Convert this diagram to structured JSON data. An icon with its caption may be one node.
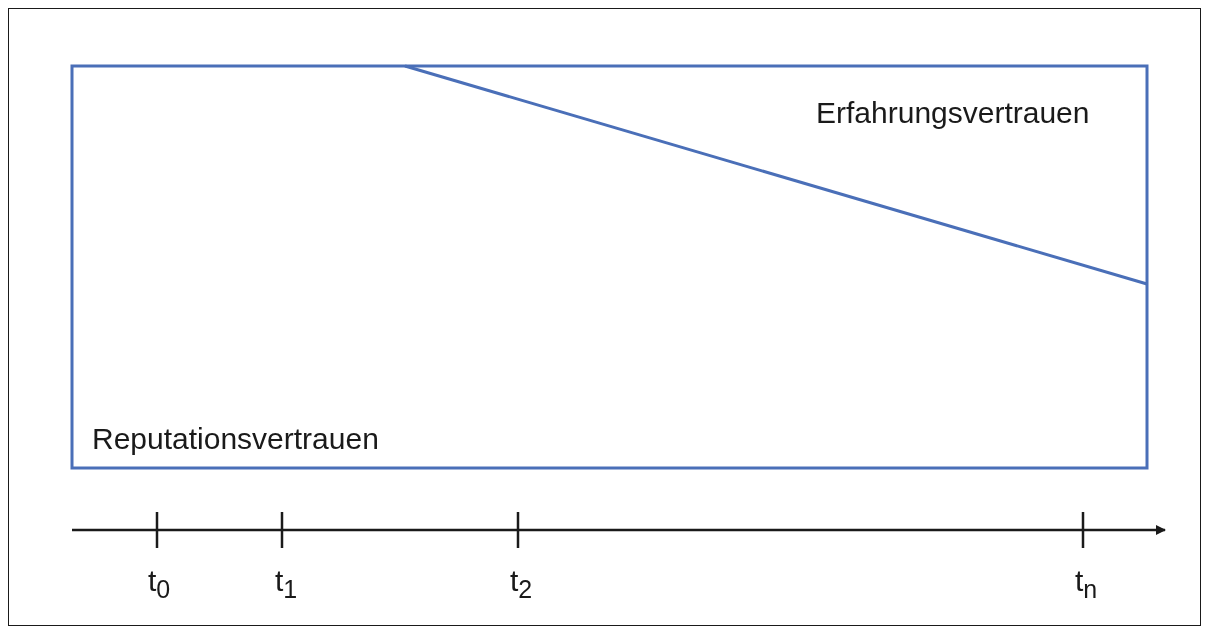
{
  "diagram": {
    "labels": [
      "Erfahrungsvertrauen",
      "Reputationsvertrauen",
      "t$_{0}$",
      "t$_{1}$",
      "t$_{2}$",
      "t$_{n}$"
    ]
  }
}
